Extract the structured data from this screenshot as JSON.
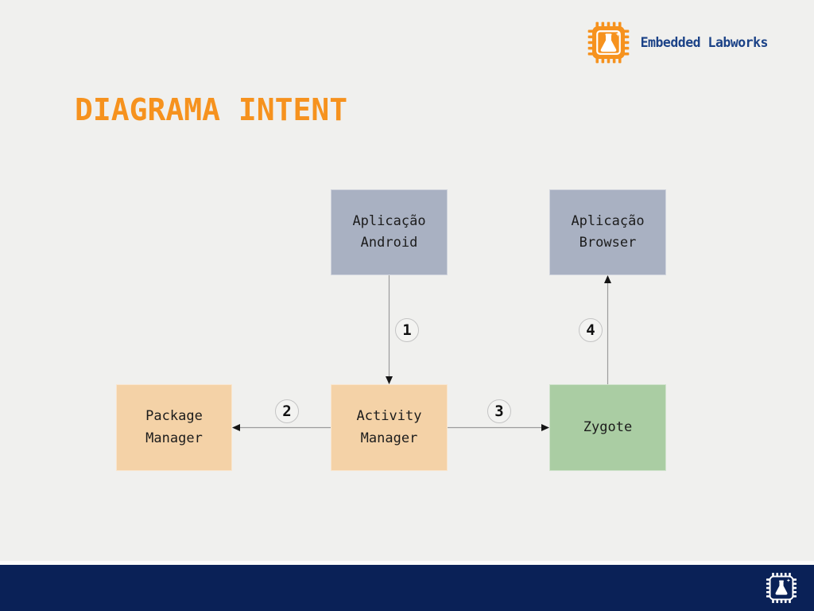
{
  "header": {
    "brand": "Embedded Labworks",
    "logo_icon": "chip-flask-icon"
  },
  "title": "DIAGRAMA INTENT",
  "colors": {
    "background": "#f0f0ee",
    "accent_orange": "#f6921e",
    "brand_navy_text": "#1b4287",
    "footer_navy": "#0a2157",
    "node_gray_blue": "#a9b1c2",
    "node_peach": "#f4d2a7",
    "node_green": "#aacda3"
  },
  "diagram": {
    "nodes": [
      {
        "id": "aplicacao-android",
        "label_line1": "Aplicação",
        "label_line2": "Android",
        "color": "#a9b1c2"
      },
      {
        "id": "aplicacao-browser",
        "label_line1": "Aplicação",
        "label_line2": "Browser",
        "color": "#a9b1c2"
      },
      {
        "id": "package-manager",
        "label_line1": "Package",
        "label_line2": "Manager",
        "color": "#f4d2a7"
      },
      {
        "id": "activity-manager",
        "label_line1": "Activity",
        "label_line2": "Manager",
        "color": "#f4d2a7"
      },
      {
        "id": "zygote",
        "label_line1": "Zygote",
        "label_line2": "",
        "color": "#aacda3"
      }
    ],
    "steps": [
      {
        "number": "1",
        "from": "Aplicação Android",
        "to": "Activity Manager",
        "direction": "down"
      },
      {
        "number": "2",
        "from": "Activity Manager",
        "to": "Package Manager",
        "direction": "left"
      },
      {
        "number": "3",
        "from": "Activity Manager",
        "to": "Zygote",
        "direction": "right"
      },
      {
        "number": "4",
        "from": "Zygote",
        "to": "Aplicação Browser",
        "direction": "up"
      }
    ]
  },
  "footer": {
    "logo_icon": "chip-flask-icon-white"
  }
}
